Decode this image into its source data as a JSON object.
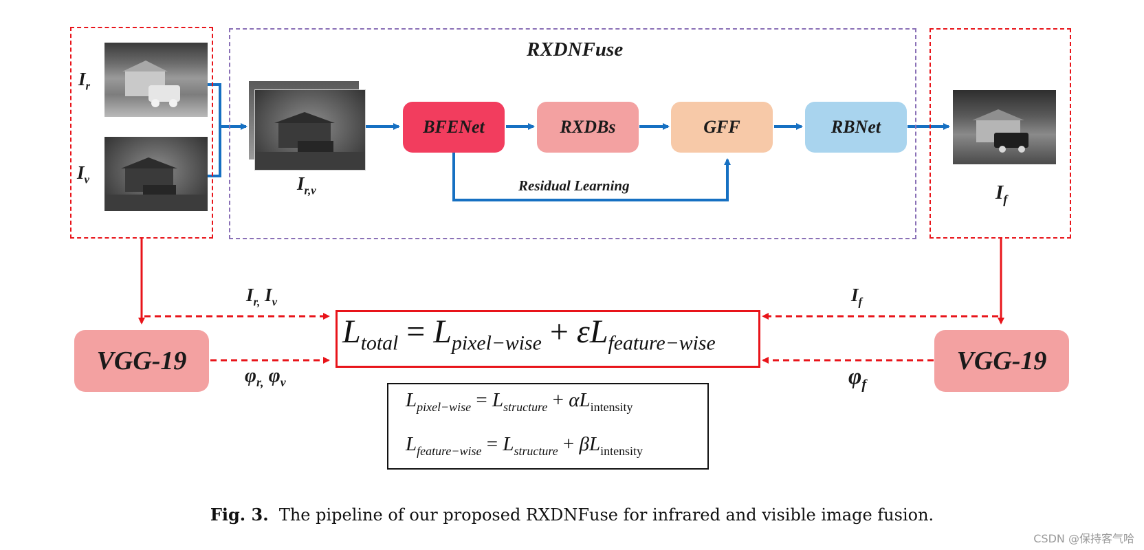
{
  "diagram": {
    "title": "RXDNFuse",
    "inputs": {
      "ir_label_main": "I",
      "ir_label_sub": "r",
      "vis_label_main": "I",
      "vis_label_sub": "v",
      "stack_label_main": "I",
      "stack_label_sub": "r,v"
    },
    "blocks": {
      "bfenet": "BFENet",
      "rxdbs": "RXDBs",
      "gff": "GFF",
      "rbnet": "RBNet"
    },
    "residual_label": "Residual Learning",
    "output": {
      "label_main": "I",
      "label_sub": "f"
    },
    "vgg_left": "VGG-19",
    "vgg_right": "VGG-19",
    "left_top_label": {
      "a_main": "I",
      "a_sub": "r,",
      "b_main": "I",
      "b_sub": "v"
    },
    "left_bottom_label": {
      "a_main": "φ",
      "a_sub": "r,",
      "b_main": "φ",
      "b_sub": "v"
    },
    "right_top_label": {
      "main": "I",
      "sub": "f"
    },
    "right_bottom_label": {
      "main": "φ",
      "sub": "f"
    },
    "total_loss": {
      "lhs": "L",
      "lhs_sub": "total",
      "eq": "=",
      "t1": "L",
      "t1_sub": "pixel−wise",
      "plus": "+",
      "coef": "ε",
      "t2": "L",
      "t2_sub": "feature−wise"
    },
    "sub_losses": [
      {
        "lhs": "L",
        "lhs_sub": "pixel−wise",
        "eq": "=",
        "a": "L",
        "a_sub": "structure",
        "plus": "+",
        "coef": "α",
        "b": "L",
        "b_sub": "intensity"
      },
      {
        "lhs": "L",
        "lhs_sub": "feature−wise",
        "eq": "=",
        "a": "L",
        "a_sub": "structure",
        "plus": "+",
        "coef": "β",
        "b": "L",
        "b_sub": "intensity"
      }
    ],
    "colors": {
      "red": "#e8141a",
      "blue_arrow": "#1670c2",
      "purple_dash": "#8a70b6",
      "bfenet": "#f23d5e",
      "rxdbs": "#f3a1a1",
      "gff": "#f7c9a8",
      "rbnet": "#a9d4ee",
      "vgg": "#f3a1a1"
    }
  },
  "caption": {
    "fig": "Fig. 3.",
    "text": "The pipeline of our proposed RXDNFuse for infrared and visible image fusion."
  },
  "watermark": "CSDN @保持客气哈"
}
